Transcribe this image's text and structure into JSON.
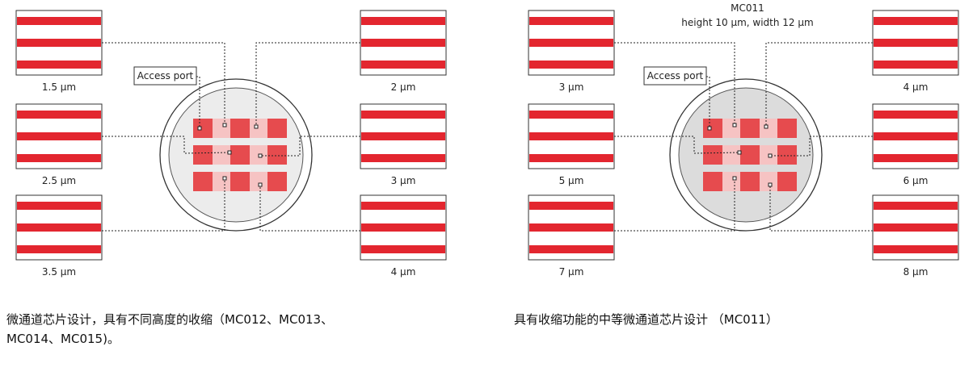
{
  "colors": {
    "channel_red": "#e3262f",
    "chamber_red": "#e64b4e",
    "chamber_pink": "#f6c3c3",
    "chip_fill_left": "#ececec",
    "chip_fill_right": "#dcdcdc",
    "line": "#222222"
  },
  "left_panel": {
    "access_port_label": "Access port",
    "left_labels": [
      "1.5 µm",
      "2.5 µm",
      "3.5 µm"
    ],
    "right_labels": [
      "2 µm",
      "3 µm",
      "4 µm"
    ],
    "caption_line1": "微通道芯片设计，具有不同高度的收缩（MC012、MC013、",
    "caption_line2": "MC014、MC015)。"
  },
  "right_panel": {
    "model_label": "MC011",
    "spec_label": "height 10 µm, width 12 µm",
    "access_port_label": "Access port",
    "left_labels": [
      "3 µm",
      "5 µm",
      "7 µm"
    ],
    "right_labels": [
      "4 µm",
      "6 µm",
      "8 µm"
    ],
    "caption": "具有收缩功能的中等微通道芯片设计 （MC011）"
  }
}
